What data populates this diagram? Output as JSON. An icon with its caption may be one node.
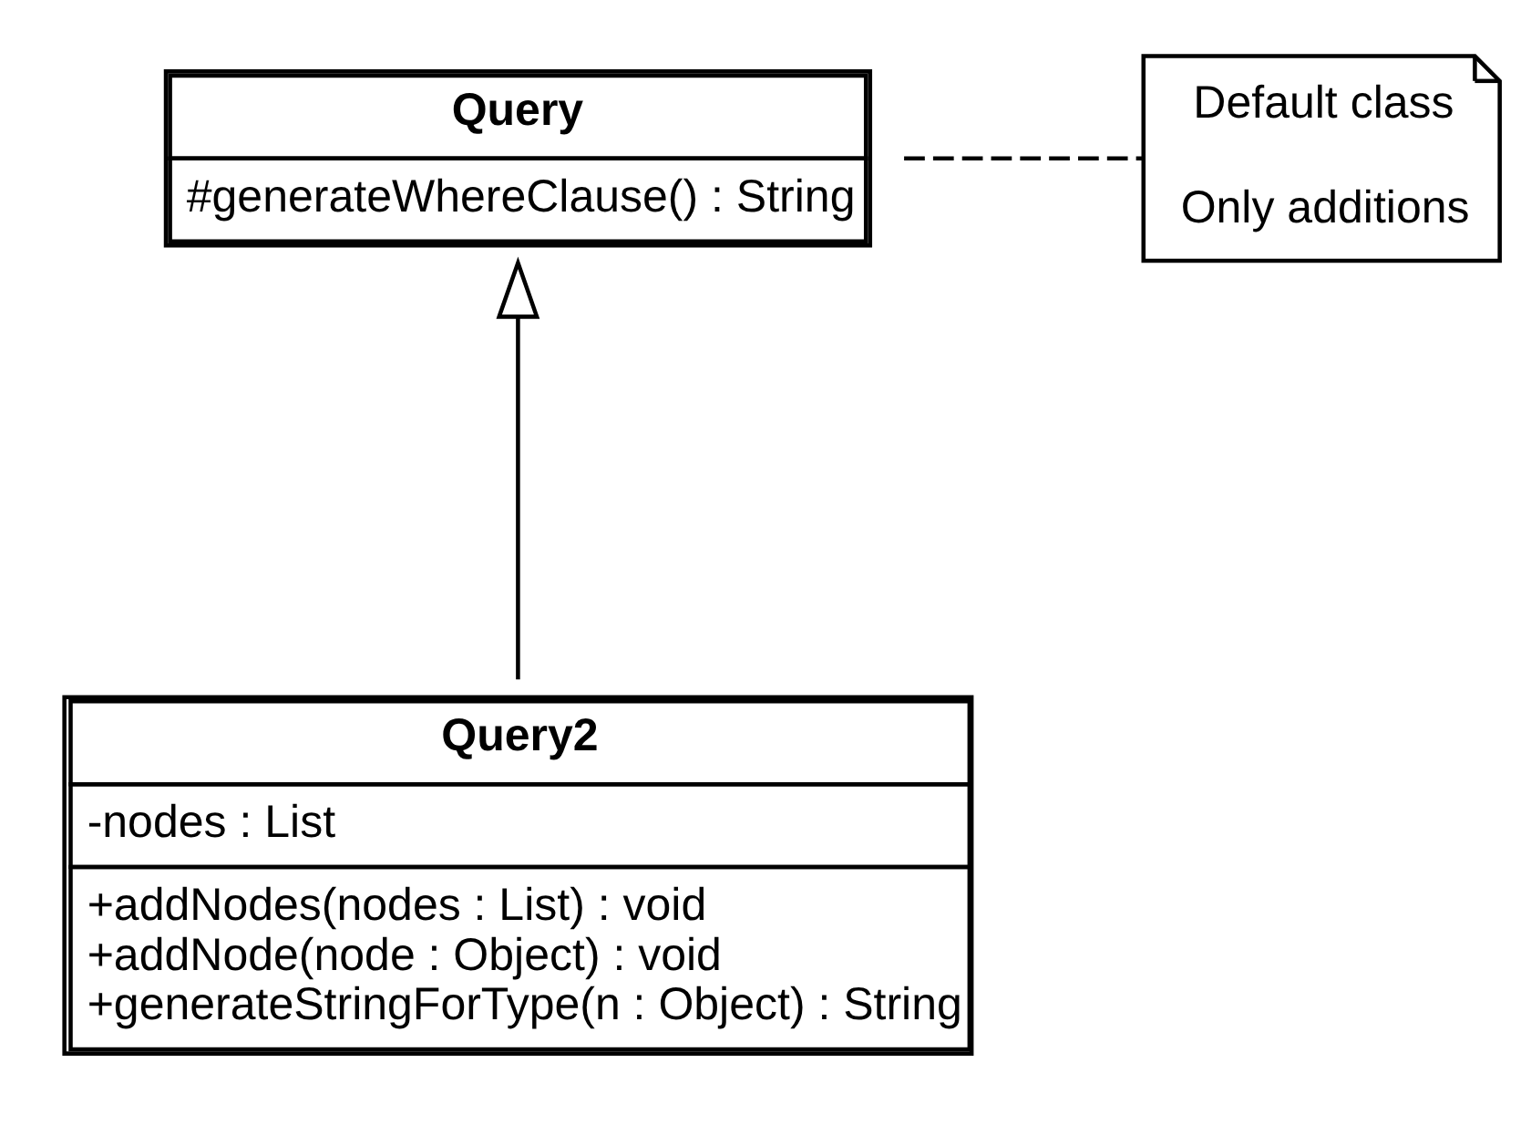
{
  "diagram": {
    "nodes": [
      {
        "text": [
          "Query",
          "#generateWhereClause() : String"
        ]
      },
      {
        "text": [
          "Default class",
          "Only additions"
        ]
      },
      {
        "text": [
          "Query2",
          "-nodes : List",
          "+addNodes(nodes : List) : void",
          "+addNode(node : Object) : void",
          "+generateStringForType(n : Object) : String"
        ]
      }
    ],
    "edges": [
      {
        "from": 2,
        "to": 0,
        "arrow": "to"
      },
      {
        "from": 0,
        "to": 1,
        "arrow": "none",
        "style": "dashed"
      }
    ]
  }
}
